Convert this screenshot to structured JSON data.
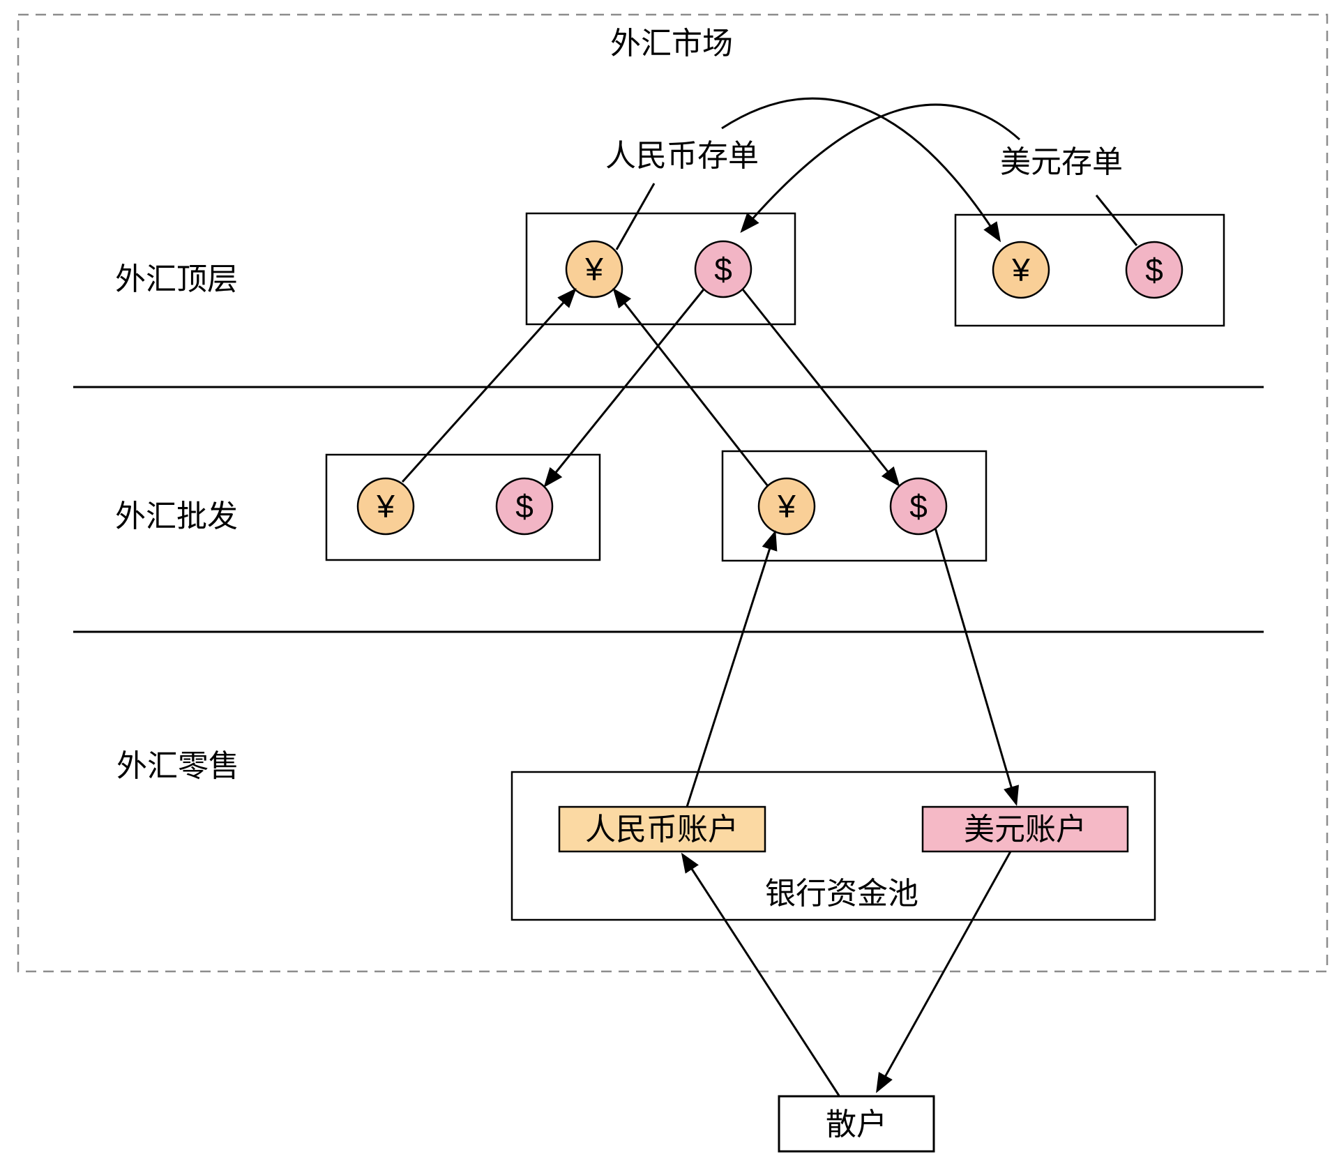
{
  "diagram": {
    "title": "外汇市场",
    "tiers": {
      "top_label": "外汇顶层",
      "wholesale_label": "外汇批发",
      "retail_label": "外汇零售"
    },
    "annotations": {
      "cny_deposit_label": "人民币存单",
      "usd_deposit_label": "美元存单",
      "bank_pool_label": "银行资金池"
    },
    "symbols": {
      "cny": "¥",
      "usd": "$"
    },
    "retail": {
      "cny_account_label": "人民币账户",
      "usd_account_label": "美元账户",
      "retail_investor_label": "散户"
    },
    "colors": {
      "cny_circle_fill": "#F9CF97",
      "usd_circle_fill": "#F2B5C5",
      "cny_account_fill": "#FBD9A3",
      "usd_account_fill": "#F5B9C6",
      "line_color": "#000000",
      "dashed_border_color": "#8C8C8C"
    }
  }
}
